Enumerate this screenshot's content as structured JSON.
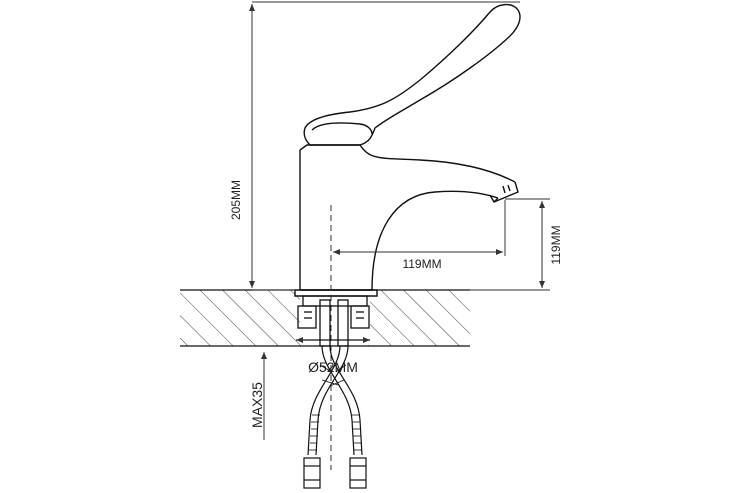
{
  "dimensions": {
    "height_total": "205MM",
    "spout_reach": "119MM",
    "spout_height": "119MM",
    "base_diameter": "Ø52MM",
    "max_mount_thickness": "MAX35"
  },
  "colors": {
    "line": "#111111",
    "dim_line": "#333333",
    "hatch": "#444444",
    "background": "#ffffff"
  }
}
